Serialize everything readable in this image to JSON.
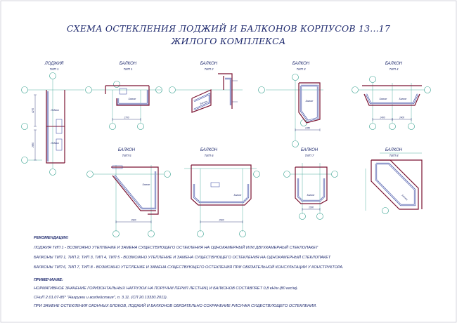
{
  "header": {
    "title_line1": "СХЕМА ОСТЕКЛЕНИЯ ЛОДЖИЙ И БАЛКОНОВ КОРПУСОВ 13...17",
    "title_line2": "ЖИЛОГО КОМПЛЕКСА"
  },
  "schemes": [
    {
      "id": "loggia-1",
      "name": "ЛОДЖИЯ",
      "type": "ТИП 1"
    },
    {
      "id": "balcony-1",
      "name": "БАЛКОН",
      "type": "ТИП 1"
    },
    {
      "id": "balcony-2",
      "name": "БАЛКОН",
      "type": "ТИП 2"
    },
    {
      "id": "balcony-3",
      "name": "БАЛКОН",
      "type": "ТИП 3"
    },
    {
      "id": "balcony-4",
      "name": "БАЛКОН",
      "type": "ТИП 4"
    },
    {
      "id": "balcony-5",
      "name": "БАЛКОН",
      "type": "ТИП 5"
    },
    {
      "id": "balcony-6",
      "name": "БАЛКОН",
      "type": "ТИП 6"
    },
    {
      "id": "balcony-7",
      "name": "БАЛКОН",
      "type": "ТИП 7"
    },
    {
      "id": "balcony-8",
      "name": "БАЛКОН",
      "type": "ТИП 8"
    }
  ],
  "plan_labels": {
    "loggia": "Лоджия",
    "balcony": "Балкон"
  },
  "dimensions": {
    "b1": "2700",
    "b3": "1350",
    "b4a": "2400",
    "b4b": "2400",
    "b5": "2900",
    "b6": "2900",
    "b7": "2000",
    "l1a": "4270",
    "l1b": "2650"
  },
  "notes": {
    "recommendations_title": "РЕКОМЕНДАЦИИ:",
    "rec1": "ЛОДЖИЯ   ТИП 1  -  ВОЗМОЖНО УТЕПЛЕНИЕ И ЗАМЕНА СУЩЕСТВУЮЩЕГО ОСТЕКЛЕНИЯ НА ОДНОКАМЕРНЫЙ ИЛИ ДВУХКАМЕРНЫЙ СТЕКЛОПАКЕТ",
    "rec2": "БАЛКОНЫ   ТИП 1,  ТИП 2,  ТИП 3,  ТИП 4,   ТИП 5  -  ВОЗМОЖНО УТЕПЛЕНИЕ И ЗАМЕНА СУЩЕСТВУЮЩЕГО ОСТЕКЛЕНИЯ НА ОДНОКАМЕРНЫЙ СТЕКЛОПАКЕТ",
    "rec3": "БАЛКОНЫ   ТИП 6,  ТИП 7,  ТИП 8  -  ВОЗМОЖНО УТЕПЛЕНИЕ И  ЗАМЕНА СУЩЕСТВУЮЩЕГО ОСТЕКЛЕНИЯ ПРИ ОБЯЗАТЕЛЬНОЙ КОНСУЛЬТАЦИИ У КОНСТРУКТОРА.",
    "note_title": "ПРИМЕЧАНИЕ:",
    "note1": "НОРМАТИВНОЕ ЗНАЧЕНИЕ ГОРИЗОНТАЛЬНЫХ НАГРУЗОК НА ПОРУЧНИ ПЕРИЛ ЛЕСТНИЦ И БАЛКОНОВ СОСТАВЛЯЕТ 0,8 кН/м (80 кгс/м).",
    "note2": "СНиП 2.01.07-85* \"Нагрузки и воздействия\", п. 3.11. (СП 20.13330.2011).",
    "note3": "ПРИ ЗАМЕНЕ ОСТЕКЛЕНИЯ ОКОННЫХ БЛОКОВ, ЛОДЖИЙ И БАЛКОНОВ ОБЯЗАТЕЛЬНО СОХРАНЕНИЕ РИСУНКА СУЩЕСТВУЮЩЕГО ОСТЕКЛЕНИЯ."
  },
  "colors": {
    "ink": "#1f2a6e",
    "wall": "#7a1230",
    "glazing": "#2c3d9c",
    "grid": "#2c9c8a",
    "frame": "#b8b8c8"
  }
}
